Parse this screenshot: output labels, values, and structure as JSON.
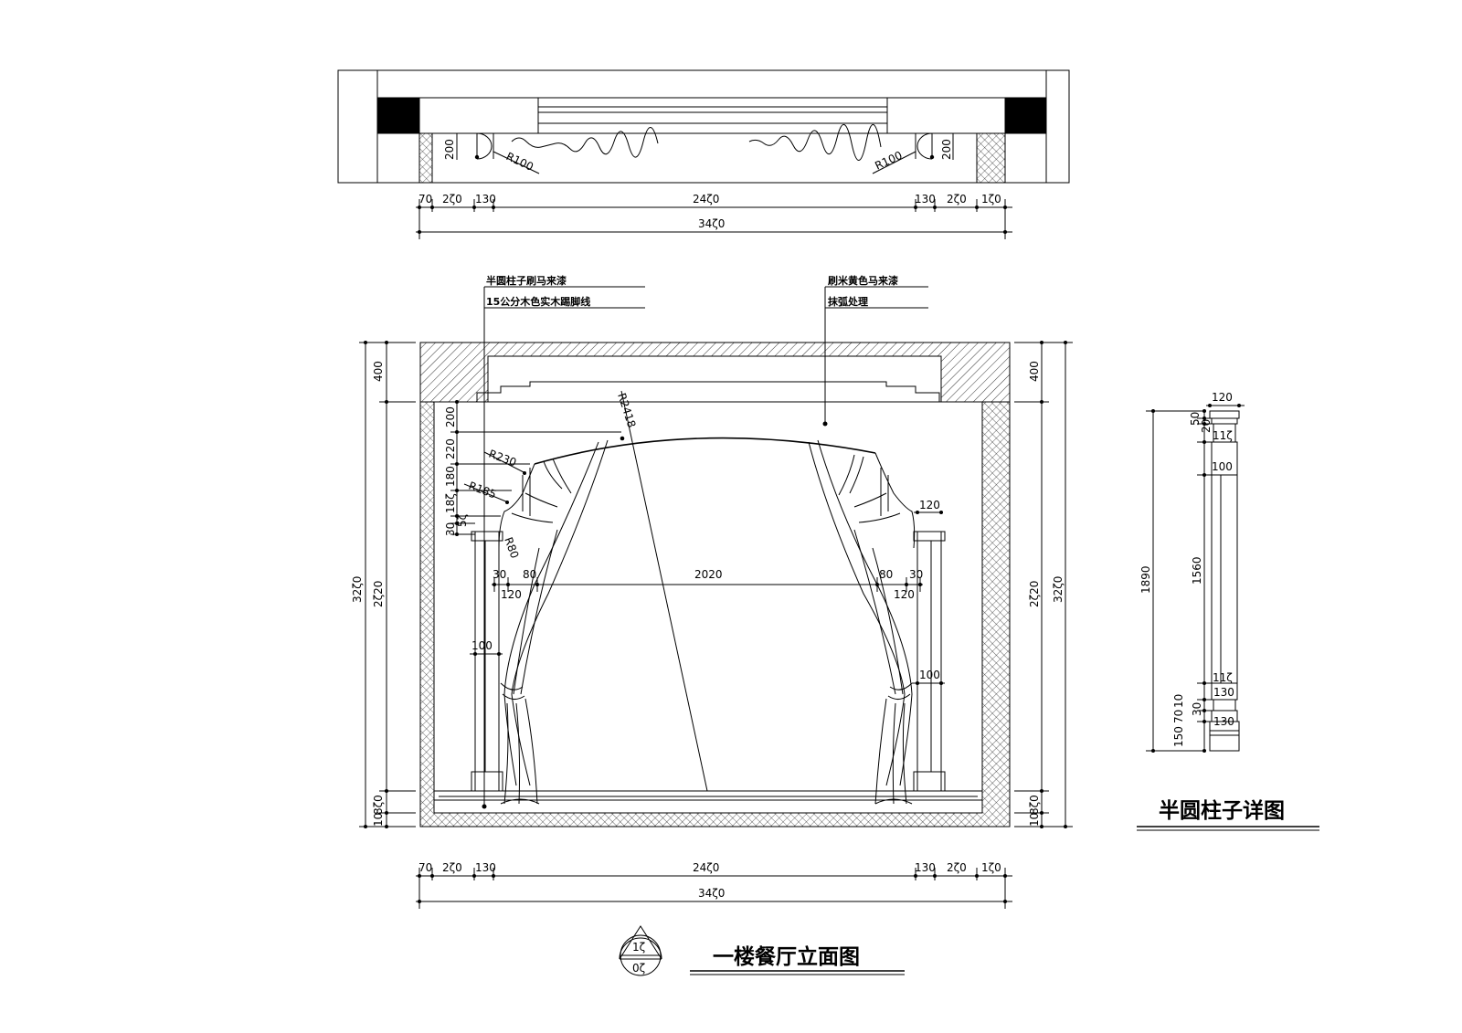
{
  "plan_view": {
    "labels": {
      "radius_left": "R100",
      "radius_right": "R100",
      "depth_left": "200",
      "depth_right": "200"
    },
    "dims": {
      "seg": [
        "70",
        "2ζ0",
        "130",
        "24ζ0",
        "130",
        "2ζ0",
        "1ζ0"
      ],
      "total": "34ζ0"
    }
  },
  "notes": {
    "left_1": "半圆柱子刷马来漆",
    "left_2": "15公分木色实木踢脚线",
    "right_1": "刷米黄色马来漆",
    "right_2": "抹弧处理"
  },
  "elevation": {
    "radii": {
      "arch": "R2418",
      "r230": "R230",
      "r185": "R185",
      "r80": "R80"
    },
    "left_vertical": [
      "200",
      "220",
      "180",
      "18ζ",
      "5ζ",
      "30"
    ],
    "outer_left": {
      "top": "400",
      "middle": "2ζ20",
      "bottom1": "8ζ0",
      "bottom2": "10",
      "total": "32ζ0"
    },
    "outer_right": {
      "top": "400",
      "middle": "2ζ20",
      "bottom1": "8ζ0",
      "bottom2": "10",
      "total": "32ζ0"
    },
    "inner": {
      "left_30": "30",
      "left_80": "80",
      "left_120": "120",
      "span": "2020",
      "right_80": "80",
      "right_30": "30",
      "right_120": "120",
      "col_top_120": "120",
      "left_100": "100",
      "right_100": "100"
    },
    "dims": {
      "seg": [
        "70",
        "2ζ0",
        "130",
        "24ζ0",
        "130",
        "2ζ0",
        "1ζ0"
      ],
      "total": "34ζ0"
    }
  },
  "column_detail": {
    "title": "半圆柱子详图",
    "width_top": "120",
    "dims_right": [
      "50",
      "20",
      "11ζ",
      "100",
      "1560",
      "11ζ",
      "130",
      "70",
      "10",
      "30",
      "130",
      "150"
    ],
    "total": "1890"
  },
  "drawing_title": {
    "text": "一楼餐厅立面图",
    "symbol_top": "1ζ",
    "symbol_bottom": "0ζ"
  }
}
